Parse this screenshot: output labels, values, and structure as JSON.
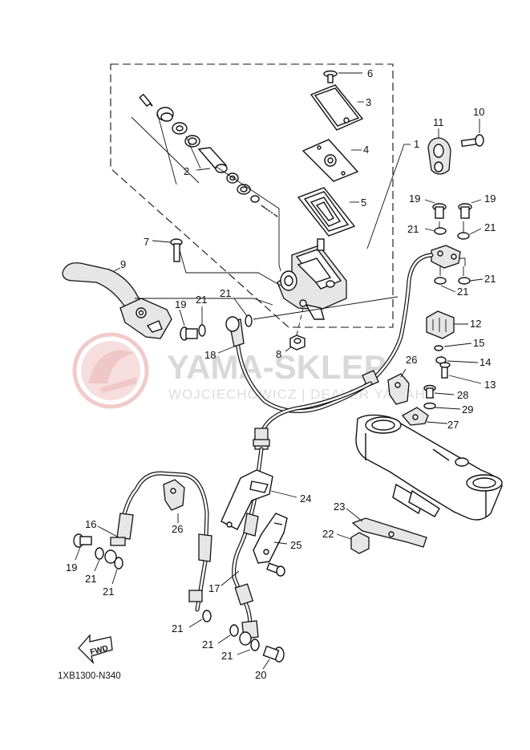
{
  "watermark": {
    "title": "YAMA-SKLEP",
    "subtitle": "WOJCIECHOWICZ | DEALER YAMAHA",
    "color": "#e8a0a0"
  },
  "diagram_code": "1XB1300-N340",
  "fwd_label": "FWD",
  "callouts": [
    {
      "id": "c1",
      "label": "1"
    },
    {
      "id": "c2",
      "label": "2"
    },
    {
      "id": "c3",
      "label": "3"
    },
    {
      "id": "c4",
      "label": "4"
    },
    {
      "id": "c5",
      "label": "5"
    },
    {
      "id": "c6",
      "label": "6"
    },
    {
      "id": "c7",
      "label": "7"
    },
    {
      "id": "c8",
      "label": "8"
    },
    {
      "id": "c9",
      "label": "9"
    },
    {
      "id": "c10",
      "label": "10"
    },
    {
      "id": "c11",
      "label": "11"
    },
    {
      "id": "c12",
      "label": "12"
    },
    {
      "id": "c13",
      "label": "13"
    },
    {
      "id": "c14",
      "label": "14"
    },
    {
      "id": "c15",
      "label": "15"
    },
    {
      "id": "c16",
      "label": "16"
    },
    {
      "id": "c17",
      "label": "17"
    },
    {
      "id": "c18",
      "label": "18"
    },
    {
      "id": "c19a",
      "label": "19"
    },
    {
      "id": "c19b",
      "label": "19"
    },
    {
      "id": "c19c",
      "label": "19"
    },
    {
      "id": "c19d",
      "label": "19"
    },
    {
      "id": "c20",
      "label": "20"
    },
    {
      "id": "c21a",
      "label": "21"
    },
    {
      "id": "c21b",
      "label": "21"
    },
    {
      "id": "c21c",
      "label": "21"
    },
    {
      "id": "c21d",
      "label": "21"
    },
    {
      "id": "c21e",
      "label": "21"
    },
    {
      "id": "c21f",
      "label": "21"
    },
    {
      "id": "c21g",
      "label": "21"
    },
    {
      "id": "c21h",
      "label": "21"
    },
    {
      "id": "c21i",
      "label": "21"
    },
    {
      "id": "c21j",
      "label": "21"
    },
    {
      "id": "c21k",
      "label": "21"
    },
    {
      "id": "c22",
      "label": "22"
    },
    {
      "id": "c23",
      "label": "23"
    },
    {
      "id": "c24",
      "label": "24"
    },
    {
      "id": "c25",
      "label": "25"
    },
    {
      "id": "c26a",
      "label": "26"
    },
    {
      "id": "c26b",
      "label": "26"
    },
    {
      "id": "c27",
      "label": "27"
    },
    {
      "id": "c28",
      "label": "28"
    },
    {
      "id": "c29",
      "label": "29"
    }
  ]
}
